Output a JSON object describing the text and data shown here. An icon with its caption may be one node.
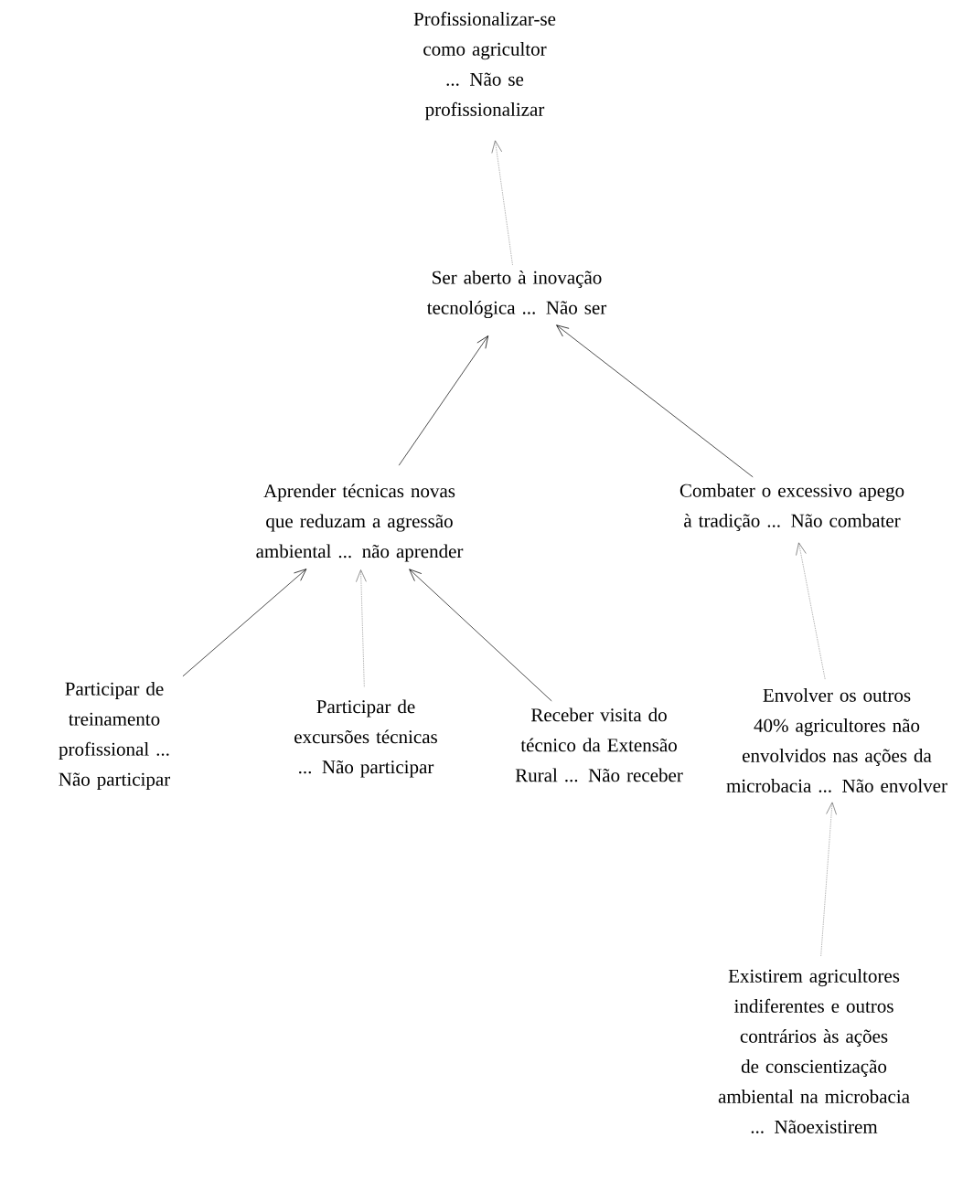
{
  "diagram": {
    "nodes": [
      {
        "text": [
          "Profissionalizar-se como agricultor ... Não se profissionalizar"
        ]
      },
      {
        "text": [
          "Ser aberto à inovação tecnológica ... Não ser"
        ]
      },
      {
        "text": [
          "Aprender técnicas novas que reduzam a agressão ambiental ... não aprender"
        ]
      },
      {
        "text": [
          "Combater o excessivo apego à tradição ... Não combater"
        ]
      },
      {
        "text": [
          "Participar de treinamento profissional ... Não participar"
        ]
      },
      {
        "text": [
          "Participar de excursões técnicas ... Não participar"
        ]
      },
      {
        "text": [
          "Receber visita do técnico da Extensão Rural ... Não receber"
        ]
      },
      {
        "text": [
          "Envolver os outros 40% agricultores não envolvidos nas ações da microbacia ... Não envolver"
        ]
      },
      {
        "text": [
          "Existirem agricultores indiferentes e outros contrários às ações de conscientização ambiental na microbacia ... Nãoexistirem"
        ]
      }
    ],
    "edges": [
      {
        "from": 1,
        "to": 0,
        "arrow": "to",
        "style": "dashed"
      },
      {
        "from": 2,
        "to": 1,
        "arrow": "to"
      },
      {
        "from": 3,
        "to": 1,
        "arrow": "to"
      },
      {
        "from": 4,
        "to": 2,
        "arrow": "to"
      },
      {
        "from": 5,
        "to": 2,
        "arrow": "to",
        "style": "dashed"
      },
      {
        "from": 6,
        "to": 2,
        "arrow": "to"
      },
      {
        "from": 7,
        "to": 3,
        "arrow": "to",
        "style": "dashed"
      },
      {
        "from": 8,
        "to": 7,
        "arrow": "to",
        "style": "dashed"
      }
    ]
  }
}
